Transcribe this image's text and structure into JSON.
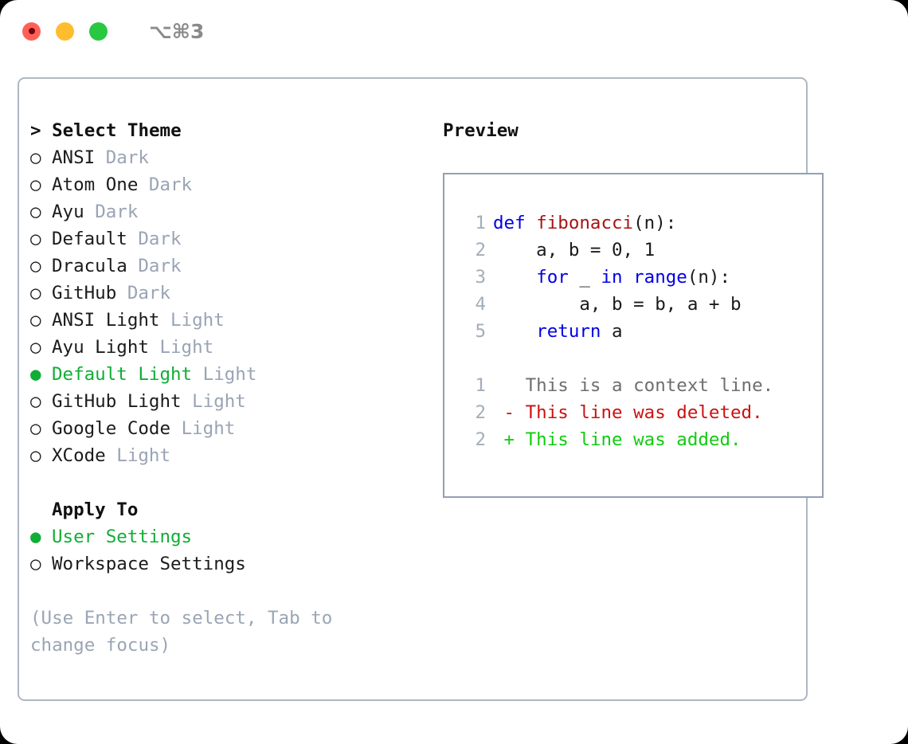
{
  "window": {
    "title": "⌥⌘3",
    "traffic_lights": [
      "close",
      "minimize",
      "maximize"
    ],
    "colors": {
      "close": "#ff6159",
      "minimize": "#ffbd2e",
      "maximize": "#28c840",
      "accent_green": "#11ae35",
      "muted": "#99a4b4",
      "panel_border": "#aeb7c4",
      "preview_border": "#93a0b2",
      "keyword_blue": "#0000e6",
      "function_red": "#a81414",
      "diff_deleted": "#cc1111",
      "diff_added": "#11cc11"
    }
  },
  "theme_list": {
    "heading": "> Select Theme",
    "items": [
      {
        "bullet": "○",
        "label": "ANSI",
        "tag": "Dark",
        "selected": false
      },
      {
        "bullet": "○",
        "label": "Atom One",
        "tag": "Dark",
        "selected": false
      },
      {
        "bullet": "○",
        "label": "Ayu",
        "tag": "Dark",
        "selected": false
      },
      {
        "bullet": "○",
        "label": "Default",
        "tag": "Dark",
        "selected": false
      },
      {
        "bullet": "○",
        "label": "Dracula",
        "tag": "Dark",
        "selected": false
      },
      {
        "bullet": "○",
        "label": "GitHub",
        "tag": "Dark",
        "selected": false
      },
      {
        "bullet": "○",
        "label": "ANSI Light",
        "tag": "Light",
        "selected": false
      },
      {
        "bullet": "○",
        "label": "Ayu Light",
        "tag": "Light",
        "selected": false
      },
      {
        "bullet": "●",
        "label": "Default Light",
        "tag": "Light",
        "selected": true
      },
      {
        "bullet": "○",
        "label": "GitHub Light",
        "tag": "Light",
        "selected": false
      },
      {
        "bullet": "○",
        "label": "Google Code",
        "tag": "Light",
        "selected": false
      },
      {
        "bullet": "○",
        "label": "XCode",
        "tag": "Light",
        "selected": false
      }
    ]
  },
  "apply_to": {
    "heading": "Apply To",
    "items": [
      {
        "bullet": "●",
        "label": "User Settings",
        "selected": true
      },
      {
        "bullet": "○",
        "label": "Workspace Settings",
        "selected": false
      }
    ]
  },
  "hint": "(Use Enter to select, Tab to change focus)",
  "preview": {
    "title": "Preview",
    "code_lines": [
      {
        "num": "1",
        "tokens": [
          {
            "t": "def ",
            "c": "kw"
          },
          {
            "t": "fibonacci",
            "c": "fn"
          },
          {
            "t": "(n):",
            "c": "pl"
          }
        ]
      },
      {
        "num": "2",
        "tokens": [
          {
            "t": "    a, b = 0, 1",
            "c": "pl"
          }
        ]
      },
      {
        "num": "3",
        "tokens": [
          {
            "t": "    ",
            "c": "pl"
          },
          {
            "t": "for",
            "c": "kw"
          },
          {
            "t": " _ ",
            "c": "pl"
          },
          {
            "t": "in",
            "c": "kw"
          },
          {
            "t": " ",
            "c": "pl"
          },
          {
            "t": "range",
            "c": "kw"
          },
          {
            "t": "(n):",
            "c": "pl"
          }
        ]
      },
      {
        "num": "4",
        "tokens": [
          {
            "t": "        a, b = b, a + b",
            "c": "pl"
          }
        ]
      },
      {
        "num": "5",
        "tokens": [
          {
            "t": "    ",
            "c": "pl"
          },
          {
            "t": "return",
            "c": "kw"
          },
          {
            "t": " a",
            "c": "pl"
          }
        ]
      }
    ],
    "diff_lines": [
      {
        "num": "1",
        "tokens": [
          {
            "t": "   This is a context line.",
            "c": "ctx"
          }
        ]
      },
      {
        "num": "2",
        "tokens": [
          {
            "t": " - This line was deleted.",
            "c": "del"
          }
        ]
      },
      {
        "num": "2",
        "tokens": [
          {
            "t": " + This line was added.",
            "c": "add"
          }
        ]
      }
    ]
  }
}
